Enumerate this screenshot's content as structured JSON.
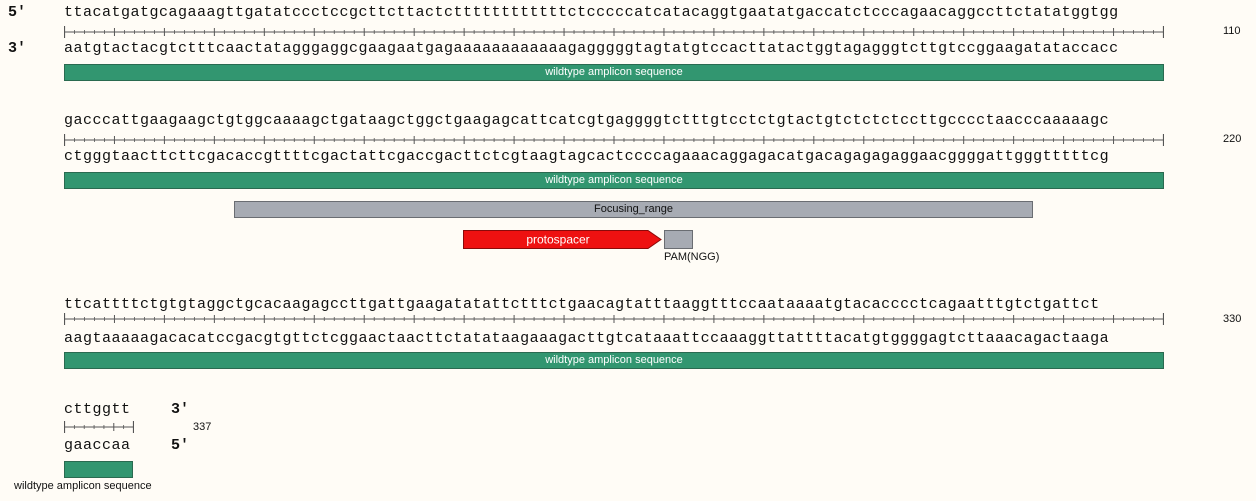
{
  "strand_labels": {
    "five_prime": "5'",
    "three_prime": "3'"
  },
  "blocks": [
    {
      "top": "ttacatgatgcagaaagttgatatccctccgcttcttactcttttttttttttctcccccatcatacaggtgaatatgaccatctcccagaacaggccttctatatggtgg",
      "bottom": "aatgtactacgtctttcaactatagggaggcgaagaatgagaaaaaaaaaaaagagggggtagtatgtccacttatactggtagagggtcttgtccggaagatataccacc",
      "end_position": "110",
      "amplicon_label": "wildtype amplicon sequence"
    },
    {
      "top": "gacccattgaagaagctgtggcaaaagctgataagctggctgaagagcattcatcgtgaggggtctttgtcctctgtactgtctctctccttgcccctaacccaaaaagc",
      "bottom": "ctgggtaacttcttcgacaccgttttcgactattcgaccgacttctcgtaagtagcactccccagaaacaggagacatgacagagagaggaacggggattgggtttttcg",
      "end_position": "220",
      "amplicon_label": "wildtype amplicon sequence"
    },
    {
      "top": "ttcattttctgtgtaggctgcacaagagccttgattgaagatatattctttctgaacagtatttaaggtttccaataaaatgtacacccctcagaatttgtctgattct",
      "bottom": "aagtaaaaagacacatccgacgtgttctcggaactaacttctatataagaaagacttgtcataaattccaaaggttattttacatgtggggagtcttaaacagactaaga",
      "end_position": "330",
      "amplicon_label": "wildtype amplicon sequence"
    },
    {
      "top": "cttggtt",
      "bottom": "gaaccaa",
      "end_position": "337",
      "amplicon_label": "wildtype amplicon sequence"
    }
  ],
  "features": {
    "focusing_range": "Focusing_range",
    "protospacer": "protospacer",
    "pam": "PAM(NGG)"
  },
  "colors": {
    "amplicon": "#329670",
    "focusing_range": "#a7abb3",
    "protospacer": "#ee1111",
    "pam": "#a7abb3",
    "background": "#fffcf6"
  }
}
